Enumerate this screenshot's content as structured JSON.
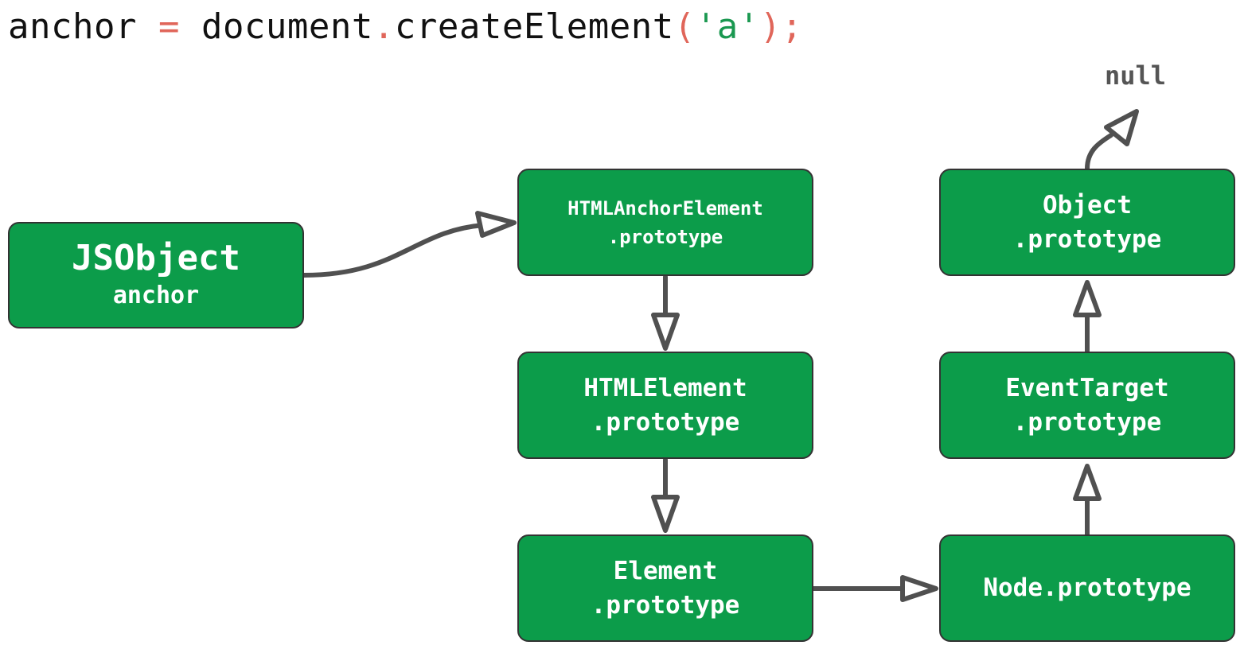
{
  "code": {
    "var": "anchor",
    "eq": "=",
    "obj": "document",
    "dot": ".",
    "method": "createElement",
    "lparen": "(",
    "arg": "'a'",
    "rparen": ")",
    "semi": ";"
  },
  "nodes": {
    "jsobject": {
      "line1": "JSObject",
      "line2": "anchor"
    },
    "html_anchor": {
      "line1": "HTMLAnchorElement",
      "line2": ".prototype"
    },
    "html_element": {
      "line1": "HTMLElement",
      "line2": ".prototype"
    },
    "element": {
      "line1": "Element",
      "line2": ".prototype"
    },
    "node": {
      "line1": "Node.prototype"
    },
    "event_target": {
      "line1": "EventTarget",
      "line2": ".prototype"
    },
    "object": {
      "line1": "Object",
      "line2": ".prototype"
    }
  },
  "terminal": "null",
  "colors": {
    "box": "#0c9c4a",
    "border": "#333333",
    "arrow": "#505050",
    "operator": "#e0665a",
    "string": "#1a9850"
  }
}
